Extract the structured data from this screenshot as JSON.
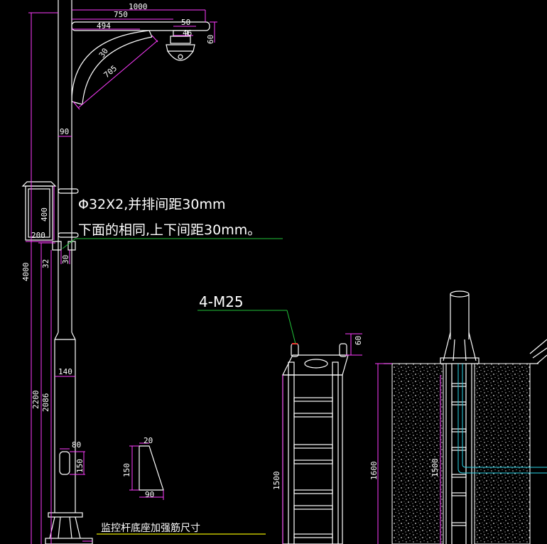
{
  "dimensions": {
    "d1000": "1000",
    "d750": "750",
    "d494": "494",
    "d50": "50",
    "d46": "46",
    "d60_arm": "60",
    "d30_arc": "30",
    "d705": "705",
    "d90_pole": "90",
    "d400": "400",
    "d200": "200",
    "d32": "32",
    "d30_clamp": "30",
    "d4000": "4000",
    "d140": "140",
    "d2200": "2200",
    "d2086": "2086",
    "d80": "80",
    "d150_door": "150",
    "d20": "20",
    "d150_rib": "150",
    "d90_rib": "90",
    "d60_bolt": "60",
    "d1500_cage": "1500",
    "d1600": "1600",
    "d1500_found": "1500"
  },
  "notes": {
    "pipe_line1": "Φ32X2,并排间距30mm",
    "pipe_line2": "下面的相同,上下间距30mm。",
    "bolts": "4-M25",
    "rib_caption": "监控杆底座加强筋尺寸"
  },
  "colors": {
    "background": "#000000",
    "geometry": "#ffffff",
    "dimension": "#ff3cff",
    "leader": "#22c43a",
    "caption_underline": "#e6e600",
    "conduit": "#2ad4e8"
  },
  "icons": {
    "camera": "dome-camera-icon",
    "box": "equipment-box-icon"
  }
}
